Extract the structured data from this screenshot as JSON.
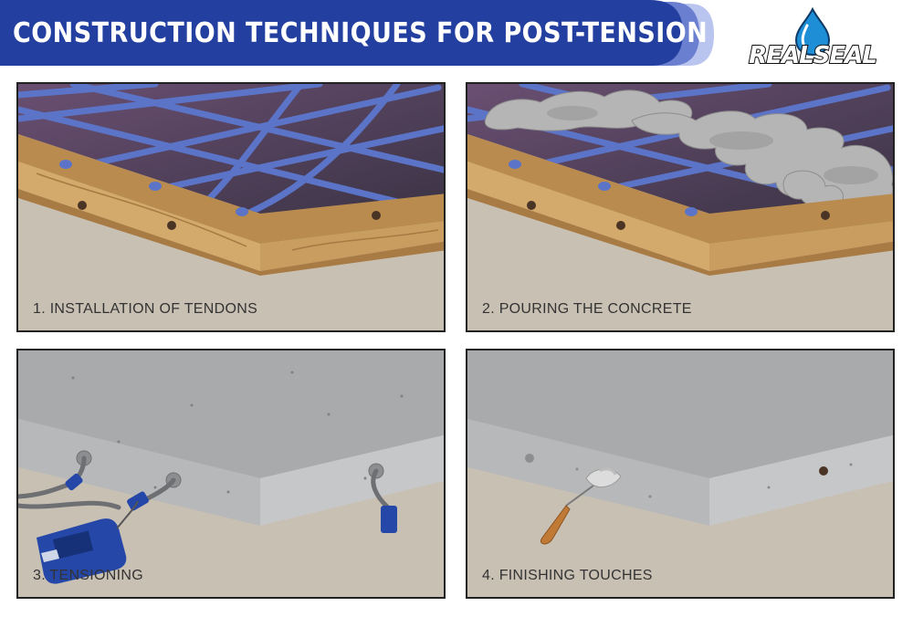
{
  "header": {
    "title": "CONSTRUCTION TECHNIQUES FOR POST-TENSION SLAB",
    "colors": {
      "banner": "#233fa0",
      "banner_accent_1": "#6a7fcf",
      "banner_accent_2": "#b9c5ee"
    }
  },
  "logo": {
    "text": "REALSEAL",
    "icon": "water-drop-icon",
    "color": "#1e8fd6"
  },
  "steps": [
    {
      "label": "1.  INSTALLATION OF TENDONS"
    },
    {
      "label": "2. POURING THE CONCRETE"
    },
    {
      "label": "3. TENSIONING"
    },
    {
      "label": "4. FINISHING TOUCHES"
    }
  ],
  "colors": {
    "ground": "#c9c0b4",
    "wood": "#c9a064",
    "tendon": "#5b74c8",
    "concrete": "#a9aaab",
    "jack": "#2447a8"
  }
}
